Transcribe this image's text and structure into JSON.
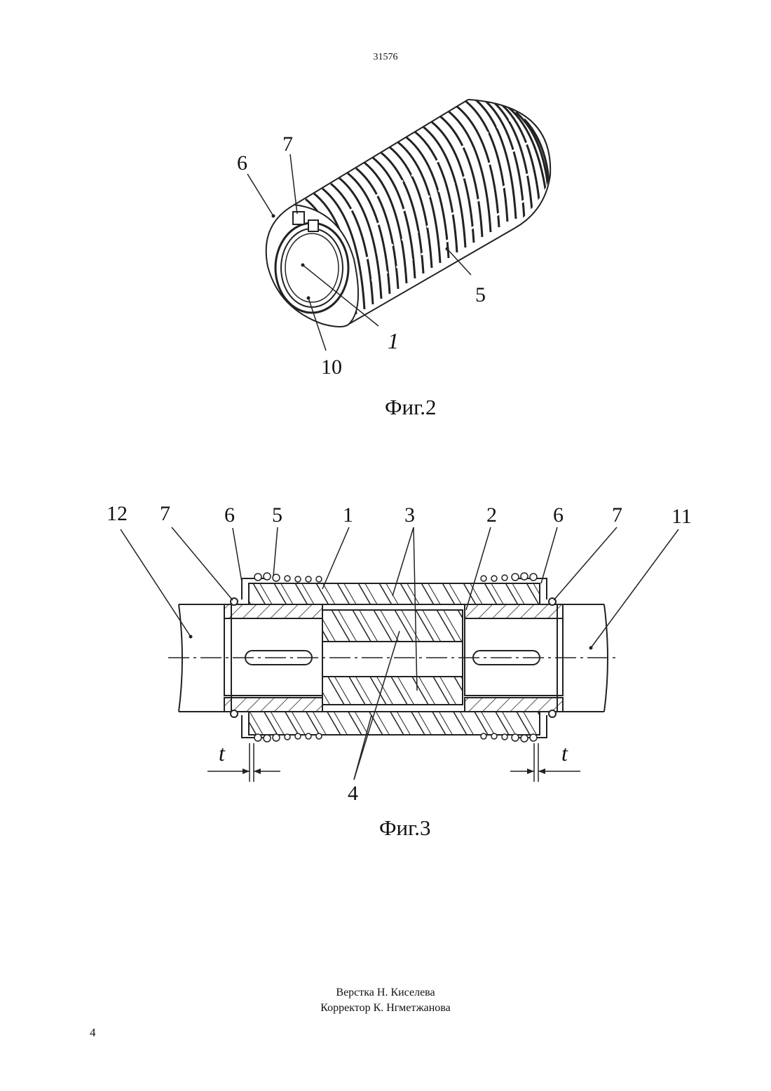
{
  "header": {
    "patent_number": "31576"
  },
  "figure2": {
    "caption": "Фиг.2",
    "labels": {
      "l6": "6",
      "l7": "7",
      "l5": "5",
      "l1": "1",
      "l10": "10"
    }
  },
  "figure3": {
    "caption": "Фиг.3",
    "labels": {
      "l12": "12",
      "l7a": "7",
      "l6a": "6",
      "l5": "5",
      "l1": "1",
      "l3": "3",
      "l2": "2",
      "l6b": "6",
      "l7b": "7",
      "l11": "11",
      "t_left": "t",
      "t_right": "t",
      "l4": "4"
    }
  },
  "footer": {
    "layout_credit": "Верстка Н. Киселева",
    "proof_credit": "Корректор К. Нгметжанова",
    "page_number": "4"
  }
}
